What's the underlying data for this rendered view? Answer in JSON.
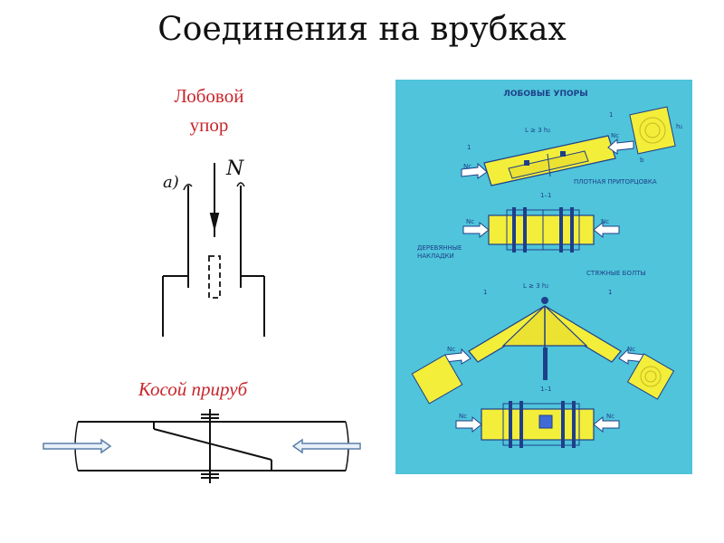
{
  "title": "Соединения на врубках",
  "left": {
    "lobovoy_label": "Лобовой упор",
    "lobovoy_line1": "Лобовой",
    "lobovoy_line2": "упор",
    "sketch_a_label": "a)",
    "force_label": "N",
    "kosoy_label": "Косой прируб"
  },
  "plate": {
    "title": "ЛОБОВЫЕ УПОРЫ",
    "tight_fit": "ПЛОТНАЯ ПРИТОРЦОВКА",
    "wood_pads_1": "ДЕРЕВЯННЫЕ",
    "wood_pads_2": "НАКЛАДКИ",
    "bolts": "СТЯЖНЫЕ БОЛТЫ",
    "length_top": "L ≥ 3 h₂",
    "length_mid": "L ≥ 3 h₂",
    "section_mark": "1",
    "section_label": "1–1",
    "force_nc": "Nc",
    "dim_h": "h₂",
    "dim_b": "b"
  },
  "colors": {
    "plate_bg": "#4fc4da",
    "timber": "#f2ee3a",
    "plate_ink": "#1f3f8a",
    "accent_red": "#c8262c"
  }
}
